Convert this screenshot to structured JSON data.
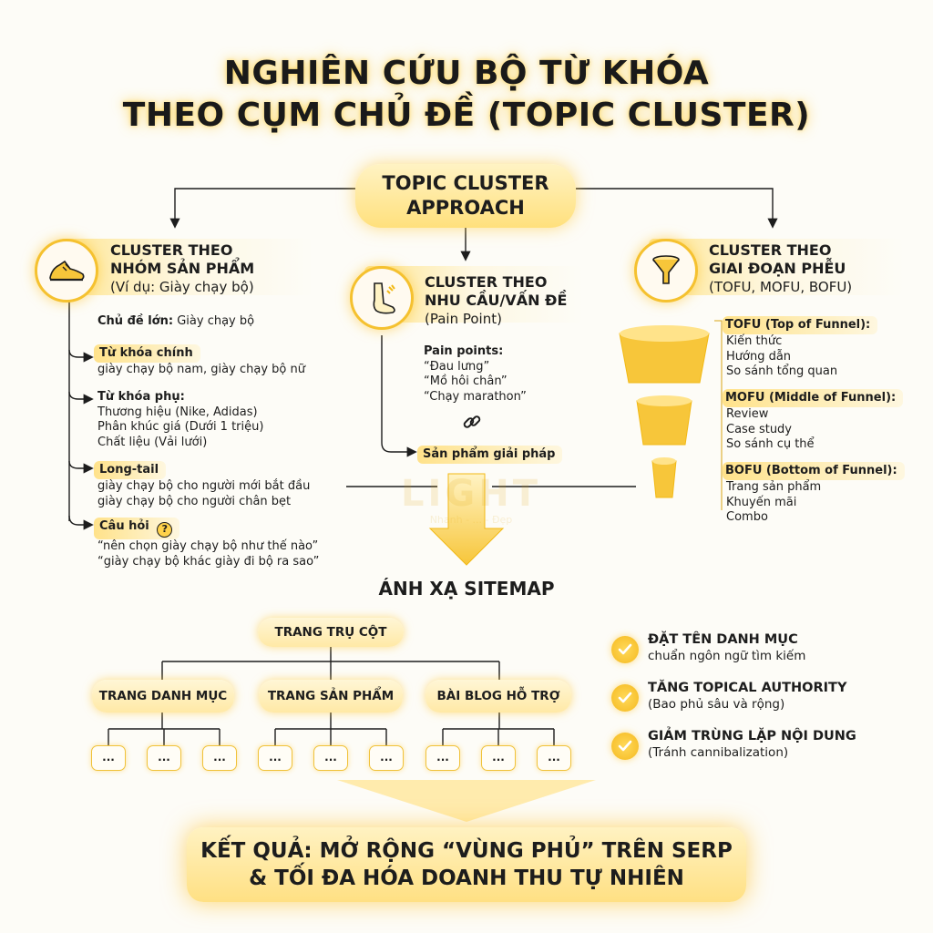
{
  "title": {
    "line1": "NGHIÊN CỨU BỘ TỪ KHÓA",
    "line2": "THEO CỤM CHỦ ĐỀ (TOPIC CLUSTER)"
  },
  "approach": {
    "line1": "TOPIC CLUSTER",
    "line2": "APPROACH"
  },
  "cluster_product": {
    "icon": "running-shoe-icon",
    "heading1": "CLUSTER THEO",
    "heading2": "NHÓM SẢN PHẨM",
    "sub": "(Ví dụ: Giày chạy bộ)",
    "main_topic_label": "Chủ đề lớn:",
    "main_topic_value": " Giày chạy bộ",
    "primary_label": "Từ khóa chính",
    "primary_value": "giày chạy bộ nam, giày chạy bộ nữ",
    "secondary_label": "Từ khóa phụ:",
    "secondary_items": [
      "Thương hiệu (Nike, Adidas)",
      "Phân khúc giá (Dưới 1 triệu)",
      "Chất liệu (Vải lưới)"
    ],
    "longtail_label": "Long-tail",
    "longtail_items": [
      "giày chạy bộ cho người mới bắt đầu",
      "giày chạy bộ cho người chân bẹt"
    ],
    "question_label": "Câu hỏi",
    "question_icon": "question-mark-icon",
    "question_items": [
      "“nên chọn giày chạy bộ như thế nào”",
      "“giày chạy bộ khác giày đi bộ ra sao”"
    ]
  },
  "cluster_need": {
    "icon": "foot-pain-icon",
    "heading1": "CLUSTER THEO",
    "heading2": "NHU CẦU/VẤN ĐỀ",
    "sub": "(Pain Point)",
    "pain_label": "Pain points:",
    "pain_items": [
      "“Đau lưng”",
      "“Mồ hôi chân”",
      "“Chạy marathon”"
    ],
    "link_icon": "chain-link-icon",
    "solution_label": "Sản phẩm giải pháp"
  },
  "cluster_funnel": {
    "icon": "funnel-icon",
    "heading1": "CLUSTER THEO",
    "heading2": "GIAI ĐOẠN PHỄU",
    "sub": "(TOFU, MOFU, BOFU)",
    "tofu_label": "TOFU (Top of Funnel):",
    "tofu_items": [
      "Kiến thức",
      "Hướng dẫn",
      "So sánh tổng quan"
    ],
    "mofu_label": "MOFU (Middle of Funnel):",
    "mofu_items": [
      "Review",
      "Case study",
      "So sánh cụ thể"
    ],
    "bofu_label": "BOFU (Bottom of Funnel):",
    "bofu_items": [
      "Trang sản phẩm",
      "Khuyến mãi",
      "Combo"
    ]
  },
  "watermark": {
    "brand": "LIGHT",
    "tagline": "Nhanh - ... - Đẹp"
  },
  "sitemap": {
    "label": "ÁNH XẠ SITEMAP",
    "root": "TRANG TRỤ CỘT",
    "children": [
      "TRANG DANH MỤC",
      "TRANG SẢN PHẨM",
      "BÀI BLOG HỖ TRỢ"
    ],
    "leaf": "..."
  },
  "benefits": [
    {
      "icon": "checkmark-icon",
      "title": "ĐẶT TÊN DANH MỤC",
      "desc": "chuẩn ngôn ngữ tìm kiếm"
    },
    {
      "icon": "checkmark-icon",
      "title": "TĂNG TOPICAL AUTHORITY",
      "desc": "(Bao phủ sâu và rộng)"
    },
    {
      "icon": "checkmark-icon",
      "title": "GIẢM TRÙNG LẶP NỘI DUNG",
      "desc": "(Tránh cannibalization)"
    }
  ],
  "result": {
    "line1": "KẾT QUẢ: MỞ RỘNG “VÙNG PHỦ” TRÊN SERP",
    "line2": "& TỐI ĐA HÓA DOANH THU TỰ NHIÊN"
  },
  "colors": {
    "accent": "#f5c12f",
    "accent_light": "#ffe28a",
    "background": "#fdfcf7",
    "text": "#1d1d1d"
  }
}
